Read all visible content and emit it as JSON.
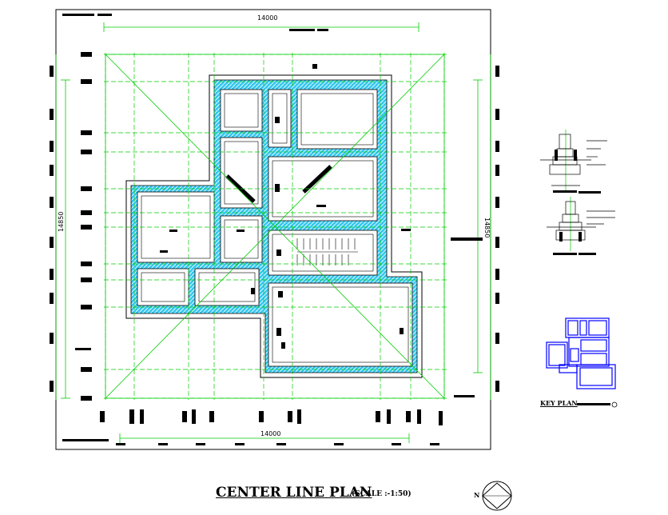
{
  "drawing": {
    "title": "CENTER LINE PLAN",
    "scale": "(SCALE :-1:50)",
    "key_plan_label": "KEY PLAN",
    "north_label": "N"
  },
  "dimensions": {
    "top_width": "14000",
    "bottom_width": "14000",
    "left_height": "14850",
    "right_height": "14850"
  },
  "colors": {
    "grid": "#00cc00",
    "hatch": "#35c8f0",
    "keyplan": "#0000ff",
    "ink": "#000000"
  }
}
